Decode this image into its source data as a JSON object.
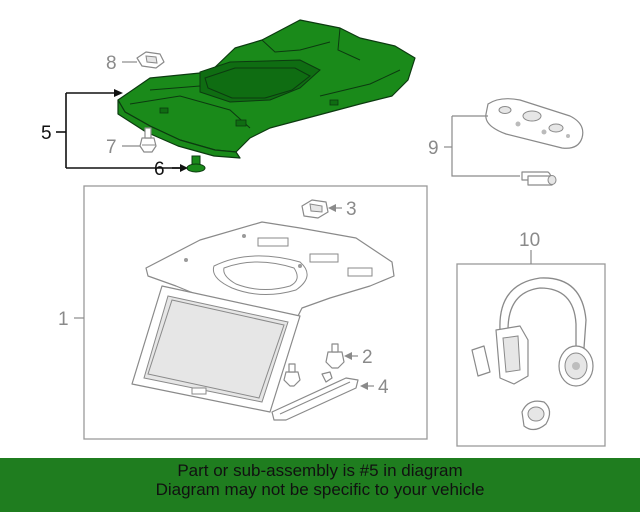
{
  "callouts": {
    "c1": "1",
    "c2": "2",
    "c3": "3",
    "c4": "4",
    "c5": "5",
    "c6": "6",
    "c7": "7",
    "c8": "8",
    "c9": "9",
    "c10": "10"
  },
  "banner": {
    "line1": "Part or sub-assembly is #5 in diagram",
    "line2": "Diagram may not be specific to your vehicle"
  },
  "colors": {
    "highlight": "#1a8a1a",
    "banner": "#1f7d1f",
    "line_art": "#8a8a8a"
  }
}
